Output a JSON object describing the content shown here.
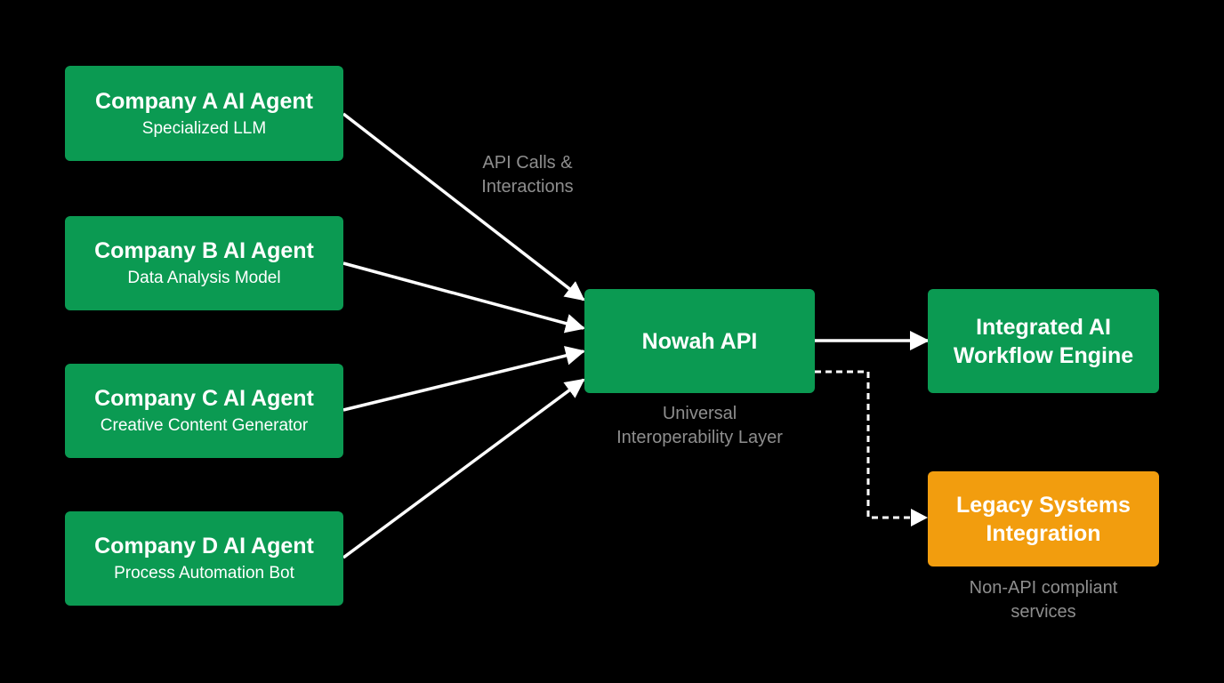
{
  "agents": [
    {
      "title": "Company A AI Agent",
      "subtitle": "Specialized LLM"
    },
    {
      "title": "Company B AI Agent",
      "subtitle": "Data Analysis Model"
    },
    {
      "title": "Company C AI Agent",
      "subtitle": "Creative Content Generator"
    },
    {
      "title": "Company D AI Agent",
      "subtitle": "Process Automation Bot"
    }
  ],
  "hub": {
    "title": "Nowah API",
    "caption_line1": "Universal",
    "caption_line2": "Interoperability Layer"
  },
  "edge_label": {
    "line1": "API Calls &",
    "line2": "Interactions"
  },
  "outputs": {
    "workflow": {
      "line1": "Integrated AI",
      "line2": "Workflow Engine"
    },
    "legacy": {
      "line1": "Legacy Systems",
      "line2": "Integration",
      "caption_line1": "Non-API compliant",
      "caption_line2": "services"
    }
  },
  "colors": {
    "background": "#000000",
    "node_green": "#0b9a52",
    "node_orange": "#f29d0e",
    "text": "#ffffff",
    "caption": "#8e8e8e",
    "edge": "#ffffff"
  }
}
